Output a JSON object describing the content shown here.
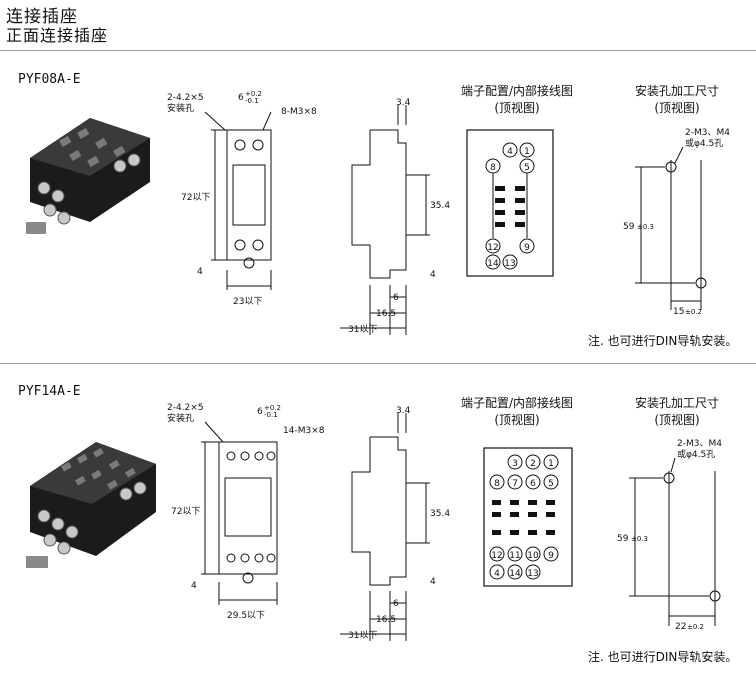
{
  "page": {
    "title": "连接插座",
    "subtitle": "正面连接插座"
  },
  "colors": {
    "rule": "#9a9a9a",
    "line": "#111111",
    "body": "#1b1b1b"
  },
  "sections": [
    {
      "model": "PYF08A-E",
      "dims": {
        "mount_hole": "2-4.2×5",
        "mount_hole_label": "安装孔",
        "tol_w_base": "6",
        "tol_w_plus": "+0.2",
        "tol_w_minus": "-0.1",
        "screws": "8-M3×8",
        "height": "72以下",
        "bottom": "4",
        "width": "23以下",
        "side_top": "3.4",
        "side_mid": "35.4",
        "side_low": "4",
        "side_a": "6",
        "side_b": "16.5",
        "side_c": "31以下"
      },
      "terminal_title": [
        "端子配置/内部接线图",
        "(顶视图)"
      ],
      "terminals": [
        "4",
        "1",
        "8",
        "5",
        "12",
        "9",
        "14",
        "13"
      ],
      "hole_title": [
        "安装孔加工尺寸",
        "(顶视图)"
      ],
      "hole": {
        "spec": "2-M3、M4",
        "spec2": "或φ4.5孔",
        "pitch_v": "59",
        "pitch_v_tol": "±0.3",
        "pitch_h": "15",
        "pitch_h_tol": "±0.2"
      },
      "note": "注. 也可进行DIN导轨安装。"
    },
    {
      "model": "PYF14A-E",
      "dims": {
        "mount_hole": "2-4.2×5",
        "mount_hole_label": "安装孔",
        "tol_w_base": "6",
        "tol_w_plus": "+0.2",
        "tol_w_minus": "-0.1",
        "screws": "14-M3×8",
        "height": "72以下",
        "bottom": "4",
        "width": "29.5以下",
        "side_top": "3.4",
        "side_mid": "35.4",
        "side_low": "4",
        "side_a": "6",
        "side_b": "16.5",
        "side_c": "31以下"
      },
      "terminal_title": [
        "端子配置/内部接线图",
        "(顶视图)"
      ],
      "terminals": [
        "3",
        "2",
        "1",
        "8",
        "7",
        "6",
        "5",
        "12",
        "11",
        "10",
        "9",
        "4",
        "14",
        "13"
      ],
      "hole_title": [
        "安装孔加工尺寸",
        "(顶视图)"
      ],
      "hole": {
        "spec": "2-M3、M4",
        "spec2": "或φ4.5孔",
        "pitch_v": "59",
        "pitch_v_tol": "±0.3",
        "pitch_h": "22",
        "pitch_h_tol": "±0.2"
      },
      "note": "注. 也可进行DIN导轨安装。"
    }
  ]
}
